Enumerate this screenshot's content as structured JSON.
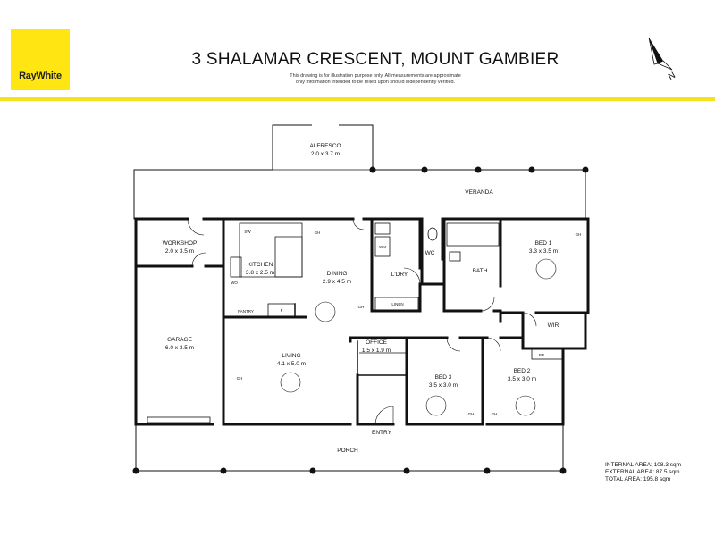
{
  "brand": {
    "logo_text": "RayWhite",
    "accent": "#ffe512"
  },
  "header": {
    "title": "3 SHALAMAR CRESCENT, MOUNT GAMBIER",
    "disclaimer_line1": "This drawing is for illustration purpose only. All measurements are approximate",
    "disclaimer_line2": "only information intended to be relied upon should independently verified."
  },
  "compass": {
    "label": "N"
  },
  "rooms": {
    "alfresco": {
      "name": "ALFRESCO",
      "dims": "2.0 x 3.7 m"
    },
    "veranda": {
      "name": "VERANDA"
    },
    "workshop": {
      "name": "WORKSHOP",
      "dims": "2.0 x 3.5 m"
    },
    "garage": {
      "name": "GARAGE",
      "dims": "6.0 x 3.5 m"
    },
    "kitchen": {
      "name": "KITCHEN",
      "dims": "3.8 x 2.5 m"
    },
    "dining": {
      "name": "DINING",
      "dims": "2.9 x 4.5 m"
    },
    "laundry": {
      "name": "L'DRY"
    },
    "wc": {
      "name": "WC"
    },
    "bath": {
      "name": "BATH"
    },
    "bed1": {
      "name": "BED 1",
      "dims": "3.3 x 3.5 m"
    },
    "wir": {
      "name": "WIR"
    },
    "pantry": {
      "name": "PANTRY"
    },
    "living": {
      "name": "LIVING",
      "dims": "4.1 x 5.0 m"
    },
    "office": {
      "name": "OFFICE",
      "dims": "1.5 x 1.9 m"
    },
    "bed3": {
      "name": "BED 3",
      "dims": "3.5 x 3.0 m"
    },
    "bed2": {
      "name": "BED 2",
      "dims": "3.5 x 3.0 m"
    },
    "entry": {
      "name": "ENTRY"
    },
    "porch": {
      "name": "PORCH"
    }
  },
  "fixtures": {
    "sw": "SW",
    "wo": "WO",
    "f": "F",
    "wm": "WM",
    "linen": "LINEN",
    "br": "BR",
    "gh": "GH"
  },
  "areas": {
    "internal": "INTERNAL AREA: 108.3 sqm",
    "external": "EXTERNAL AREA: 87.5 sqm",
    "total": "TOTAL AREA: 195.8 sqm"
  }
}
